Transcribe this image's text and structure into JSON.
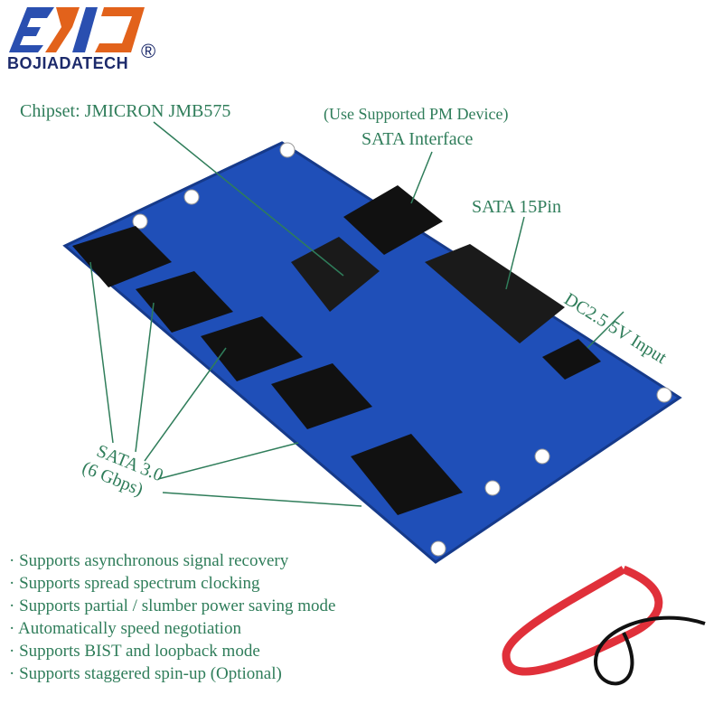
{
  "logo": {
    "letters": "BJD",
    "brand": "BOJIADATECH",
    "registered": "®",
    "colors": {
      "blue": "#2a4fb0",
      "orange": "#e2621b"
    }
  },
  "labels": {
    "chipset": "Chipset: JMICRON JMB575",
    "pm_note": "(Use Supported PM Device)",
    "sata_interface": "SATA Interface",
    "sata15": "SATA 15Pin",
    "dc_input": "DC2.5 5V Input",
    "sata3_line1": "SATA 3.0",
    "sata3_line2": "(6 Gbps)"
  },
  "features": [
    "· Supports asynchronous signal recovery",
    "· Supports spread spectrum clocking",
    "· Supports partial / slumber power saving mode",
    "· Automatically speed negotiation",
    "· Supports BIST and loopback mode",
    "· Supports staggered spin-up (Optional)"
  ],
  "colors": {
    "text": "#2f7d5a",
    "board": "#1f4fb8",
    "connector": "#111111",
    "cable_red": "#e0303a"
  }
}
